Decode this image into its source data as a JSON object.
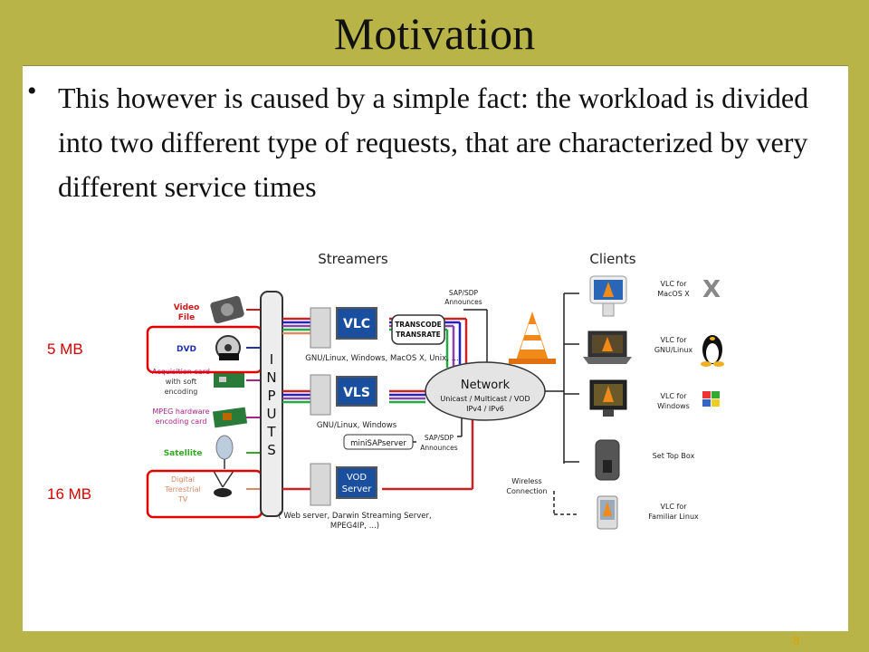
{
  "slide": {
    "title": "Motivation",
    "bullet": "This however is caused by a simple fact: the workload is divided into two different type of requests, that are characterized by very different service times",
    "page_number": "8"
  },
  "callouts": {
    "dvd_size": "5 MB",
    "tv_size": "16 MB"
  },
  "diagram": {
    "headers": {
      "streamers": "Streamers",
      "clients": "Clients"
    },
    "inputs": {
      "video_file": [
        "Video",
        "File"
      ],
      "dvd": "DVD",
      "acquisition": [
        "Acquisition card",
        "with soft",
        "encoding"
      ],
      "mpeg": [
        "MPEG hardware",
        "encoding card"
      ],
      "satellite": "Satellite",
      "dtv": [
        "Digital",
        "Terrestrial",
        "TV"
      ],
      "inputs_label": "INPUTS"
    },
    "streamers": {
      "vlc": "VLC",
      "vlc_os": "GNU/Linux, Windows, MacOS X, Unix, ...",
      "transcode": [
        "TRANSCODE",
        "TRANSRATE"
      ],
      "sap_top": [
        "SAP/SDP",
        "Announces"
      ],
      "vls": "VLS",
      "vls_os": "GNU/Linux, Windows",
      "minisap": "miniSAPserver",
      "sap_mid": [
        "SAP/SDP",
        "Announces"
      ],
      "vod": [
        "VOD",
        "Server"
      ],
      "vod_desc": [
        "( Web server, Darwin Streaming Server,",
        "MPEG4IP, ...)"
      ]
    },
    "network": {
      "title": "Network",
      "line1": "Unicast / Multicast / VOD",
      "line2": "IPv4 / IPv6"
    },
    "wireless": [
      "Wireless",
      "Connection"
    ],
    "clients": {
      "macos": [
        "VLC for",
        "MacOS X"
      ],
      "linux": [
        "VLC for",
        "GNU/Linux"
      ],
      "windows": [
        "VLC for",
        "Windows"
      ],
      "stb": "Set Top Box",
      "familiar": [
        "VLC for",
        "Familiar Linux"
      ]
    },
    "colors": {
      "red": "#cc2222",
      "blue": "#2222cc",
      "purple": "#8844aa",
      "green": "#22aa44",
      "input_red": "#d01818",
      "input_blue": "#2233aa",
      "input_magenta": "#aa2288",
      "input_green": "#33aa22",
      "input_orange": "#dd8866",
      "vlc_blue": "#1a4fa0"
    }
  }
}
